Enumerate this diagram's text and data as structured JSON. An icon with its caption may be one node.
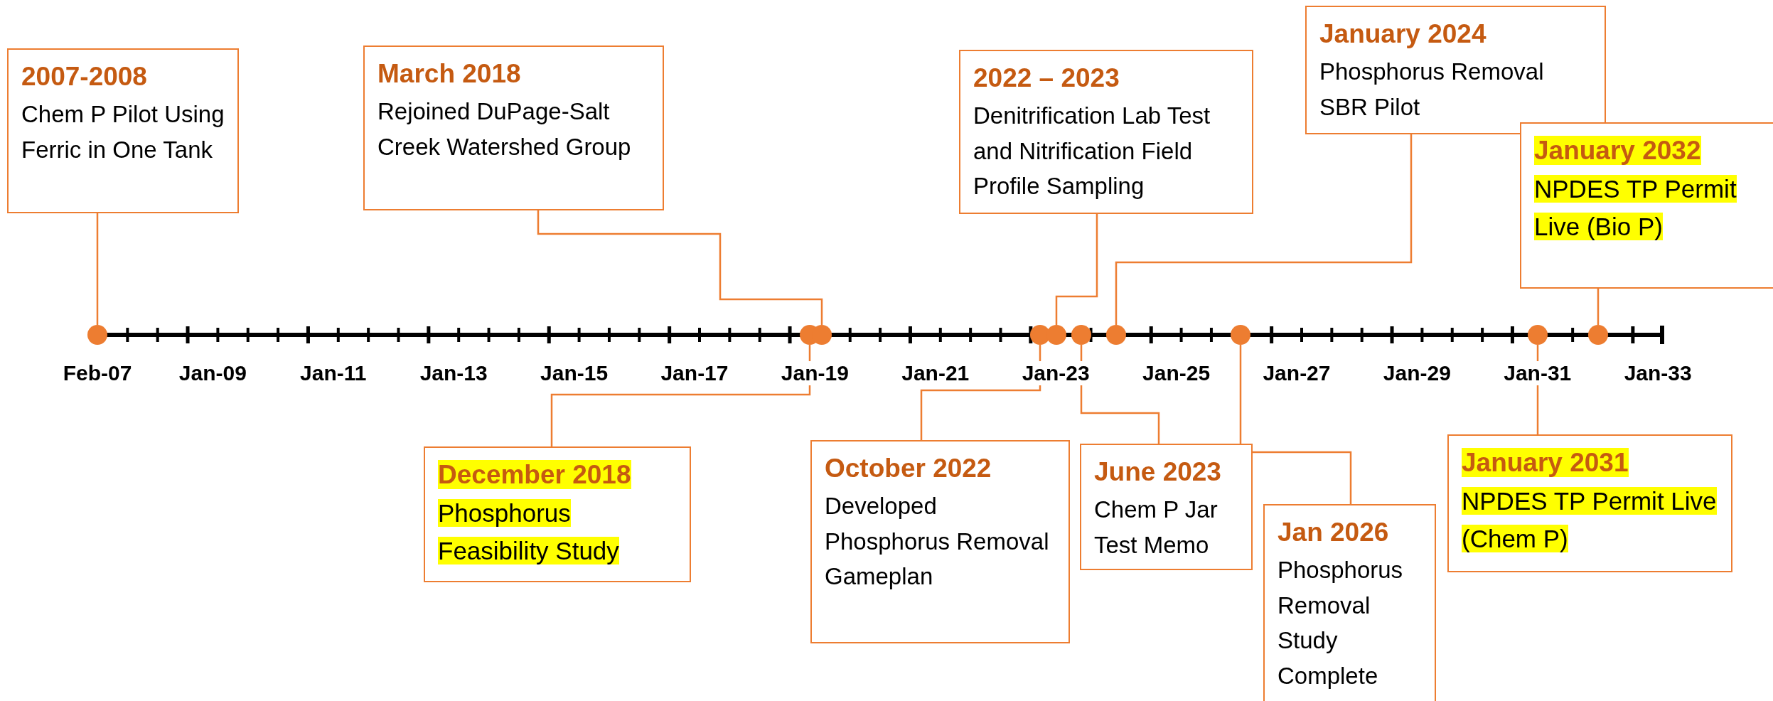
{
  "diagram": {
    "nodes": [
      {
        "text": [
          "2007-2008",
          "Chem P Pilot Using Ferric in One Tank"
        ]
      },
      {
        "text": [
          "March 2018",
          "Rejoined DuPage-Salt Creek Watershed Group"
        ]
      },
      {
        "text": [
          "December 2018",
          "Phosphorus Feasibility Study"
        ]
      },
      {
        "text": [
          "October 2022",
          "Developed Phosphorus Removal Gameplan"
        ]
      },
      {
        "text": [
          "2022 – 2023",
          "Denitrification Lab Test and Nitrification Field Profile Sampling"
        ]
      },
      {
        "text": [
          "June 2023",
          "Chem P Jar Test Memo"
        ]
      },
      {
        "text": [
          "January 2024",
          "Phosphorus Removal SBR Pilot"
        ]
      },
      {
        "text": [
          "Jan 2026",
          "Phosphorus Removal Study Complete"
        ]
      },
      {
        "text": [
          "January 2031",
          "NPDES TP Permit Live (Chem P)"
        ]
      },
      {
        "text": [
          "January 2032",
          "NPDES TP Permit Live (Bio P)"
        ]
      },
      {
        "text": [],
        "shape": "circle"
      },
      {
        "text": [],
        "shape": "circle"
      },
      {
        "text": [],
        "shape": "circle"
      },
      {
        "text": [],
        "shape": "circle"
      },
      {
        "text": [],
        "shape": "circle"
      },
      {
        "text": [],
        "shape": "circle"
      },
      {
        "text": [],
        "shape": "circle"
      },
      {
        "text": [],
        "shape": "circle"
      },
      {
        "text": [],
        "shape": "circle"
      },
      {
        "text": [],
        "shape": "circle"
      }
    ],
    "edges": [
      {
        "from": 0,
        "to": 10,
        "arrow": "none"
      },
      {
        "from": 1,
        "to": 12,
        "arrow": "none"
      },
      {
        "from": 2,
        "to": 11,
        "arrow": "none"
      },
      {
        "from": 3,
        "to": 13,
        "arrow": "none"
      },
      {
        "from": 4,
        "to": 14,
        "arrow": "none"
      },
      {
        "from": 5,
        "to": 15,
        "arrow": "none"
      },
      {
        "from": 6,
        "to": 16,
        "arrow": "none"
      },
      {
        "from": 7,
        "to": 17,
        "arrow": "none"
      },
      {
        "from": 8,
        "to": 18,
        "arrow": "none"
      },
      {
        "from": 9,
        "to": 19,
        "arrow": "none"
      }
    ],
    "labels": [
      "Feb-07",
      "Jan-09",
      "Jan-11",
      "Jan-13",
      "Jan-15",
      "Jan-17",
      "Jan-19",
      "Jan-21",
      "Jan-23",
      "Jan-25",
      "Jan-27",
      "Jan-29",
      "Jan-31",
      "Jan-33"
    ]
  }
}
